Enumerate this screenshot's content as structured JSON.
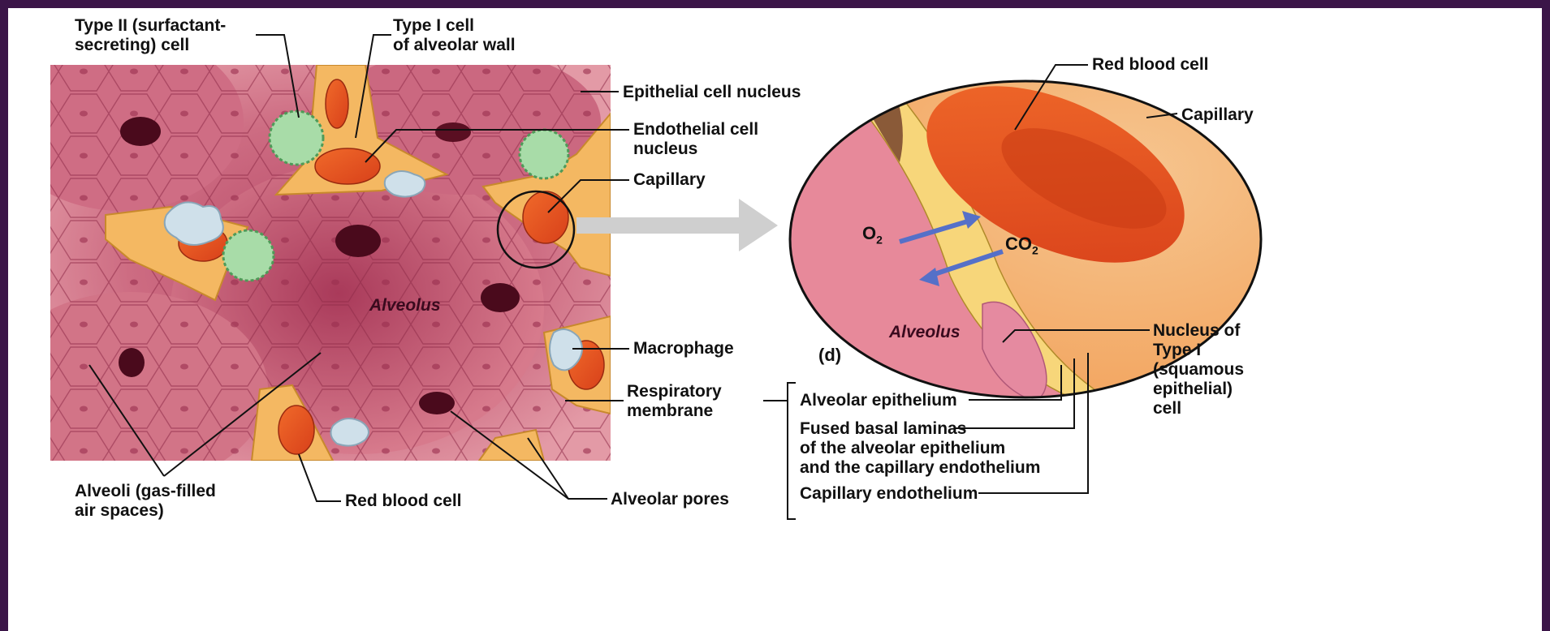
{
  "colors": {
    "frame_bg": "#3b1548",
    "tissue": "#c9637a",
    "capillary": "#f3a55a",
    "red_blood_cell": "#e8501f",
    "type_ii_cell": "#a8dca8",
    "macrophage": "#cfe0ea",
    "arrow_blue": "#5570c8"
  },
  "labels": {
    "type2_cell": "Type II (surfactant-\nsecreting) cell",
    "type1_cell": "Type I cell\nof alveolar wall",
    "epithelial_nucleus": "Epithelial cell nucleus",
    "endothelial_nucleus": "Endothelial cell\nnucleus",
    "capillary_left": "Capillary",
    "macrophage": "Macrophage",
    "respiratory_membrane": "Respiratory\nmembrane",
    "alveoli": "Alveoli (gas-filled\nair spaces)",
    "red_blood_cell_left": "Red blood cell",
    "alveolar_pores": "Alveolar pores",
    "alveolus_left": "Alveolus",
    "red_blood_cell_right": "Red blood cell",
    "capillary_right": "Capillary",
    "o2": "O",
    "o2_sub": "2",
    "co2": "CO",
    "co2_sub": "2",
    "alveolus_right": "Alveolus",
    "panel_d": "(d)",
    "nucleus_type1": "Nucleus of\nType I\n(squamous\nepithelial)\ncell",
    "alveolar_epithelium": "Alveolar epithelium",
    "fused_basal": "Fused basal laminas\nof the alveolar epithelium\nand the capillary endothelium",
    "capillary_endothelium": "Capillary endothelium"
  }
}
